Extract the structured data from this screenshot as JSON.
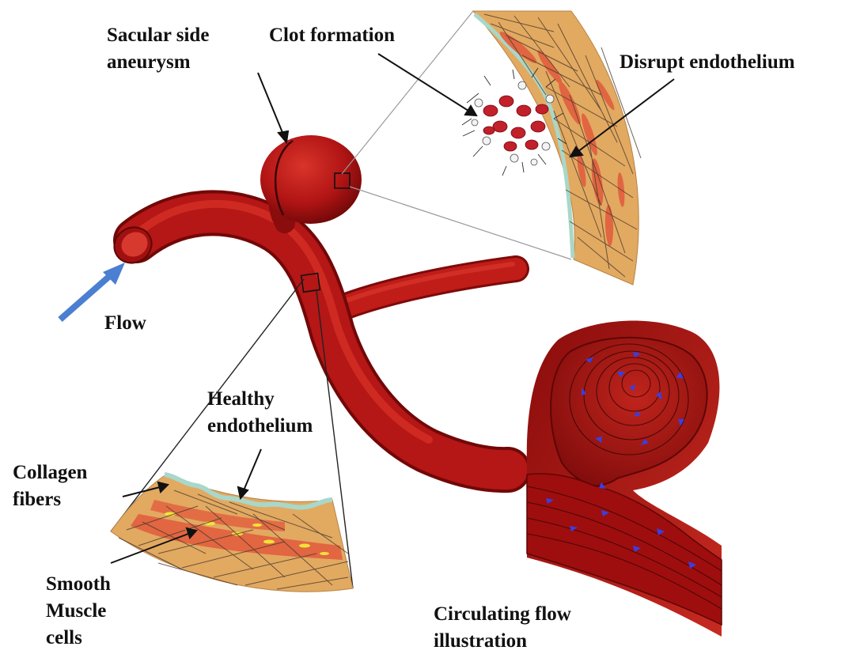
{
  "labels": {
    "aneurysm_line1": "Sacular side",
    "aneurysm_line2": "aneurysm",
    "clot": "Clot formation",
    "disrupt": "Disrupt endothelium",
    "flow": "Flow",
    "healthy_line1": "Healthy",
    "healthy_line2": "endothelium",
    "collagen_line1": "Collagen",
    "collagen_line2": "fibers",
    "smooth_line1": "Smooth",
    "smooth_line2": "Muscle",
    "smooth_line3": "cells",
    "circ_line1": "Circulating flow",
    "circ_line2": "illustration"
  },
  "colors": {
    "vessel": "#b11414",
    "vessel_dark": "#7a0a0a",
    "tissue": "#e0a560",
    "muscle": "#e0583c",
    "endothelium": "#a8d4c8",
    "nucleus": "#f2e23a",
    "flow_arrow": "#4a7fd1",
    "flow_lines": "#3a3fe0",
    "text": "#111111"
  }
}
